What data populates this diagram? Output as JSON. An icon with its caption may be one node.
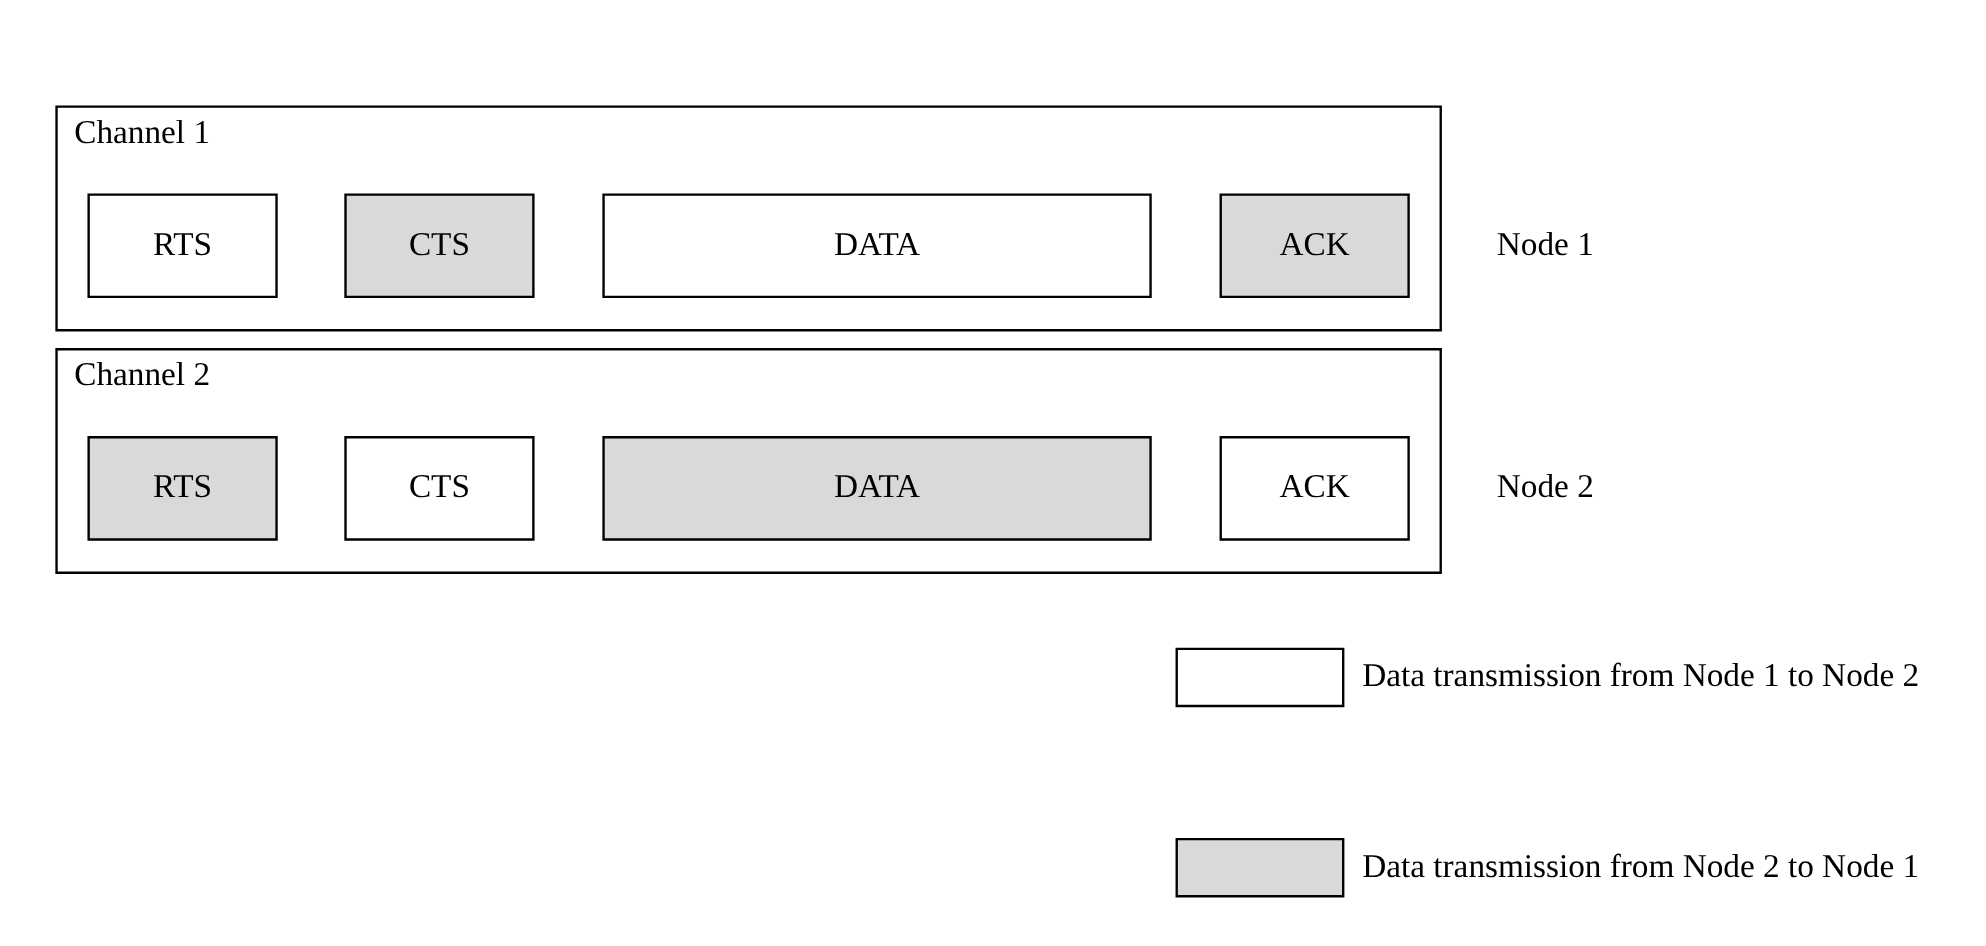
{
  "diagram": {
    "nodes": [
      {
        "text": [
          "Channel 1"
        ]
      },
      {
        "text": [
          "RTS"
        ],
        "in": 0
      },
      {
        "text": [
          "CTS"
        ],
        "in": 0
      },
      {
        "text": [
          "DATA"
        ],
        "in": 0
      },
      {
        "text": [
          "ACK"
        ],
        "in": 0
      },
      {
        "text": [
          "Channel 2"
        ]
      },
      {
        "text": [
          "RTS"
        ],
        "in": 5
      },
      {
        "text": [
          "CTS"
        ],
        "in": 5
      },
      {
        "text": [
          "DATA"
        ],
        "in": 5
      },
      {
        "text": [
          "ACK"
        ],
        "in": 5
      }
    ],
    "edges": [],
    "labels": [
      "Node 1",
      "Node 2"
    ],
    "legend": [
      {
        "text": "Data transmission from Node 1 to Node 2",
        "color": "#ffffff"
      },
      {
        "text": "Data transmission from Node 2 to Node 1",
        "color": "#d9d9d9"
      }
    ]
  }
}
